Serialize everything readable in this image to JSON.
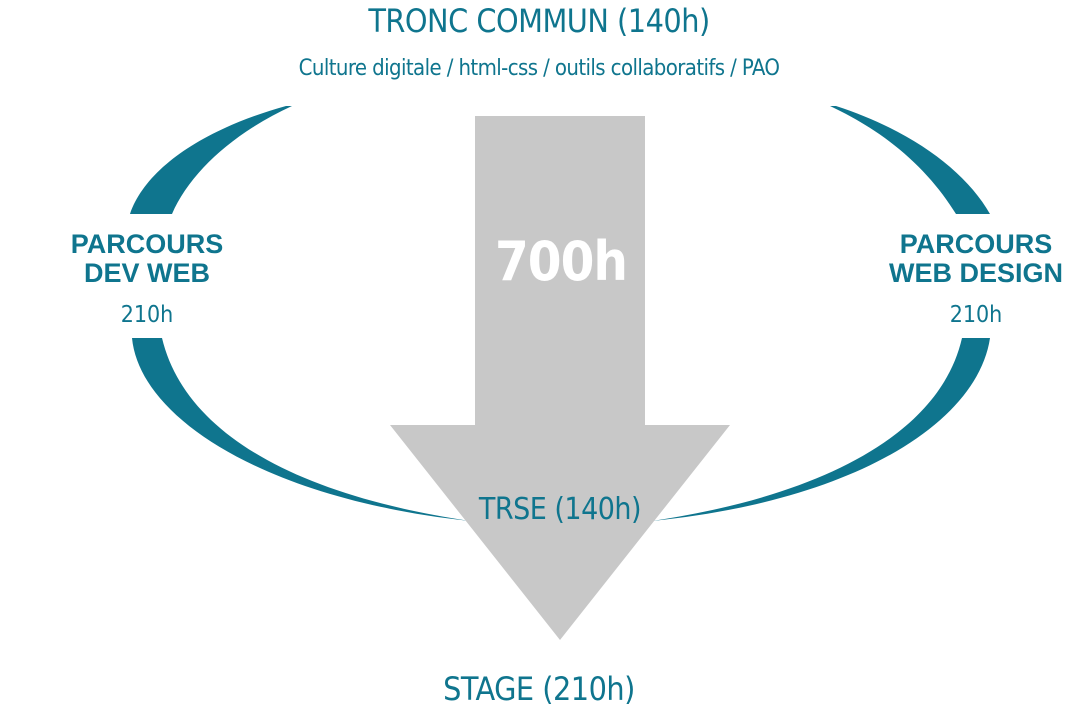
{
  "common": {
    "title": "TRONC COMMUN (140h)",
    "subtitle": "Culture digitale / html-css / outils collaboratifs / PAO"
  },
  "left_track": {
    "line1": "PARCOURS",
    "line2": "DEV WEB",
    "hours": "210h"
  },
  "right_track": {
    "line1": "PARCOURS",
    "line2": "WEB DESIGN",
    "hours": "210h"
  },
  "total": "700h",
  "trse": "TRSE (140h)",
  "stage": "STAGE (210h)",
  "colors": {
    "teal": "#0f758e",
    "arrow": "#c8c8c8",
    "total_text": "#ffffff"
  }
}
